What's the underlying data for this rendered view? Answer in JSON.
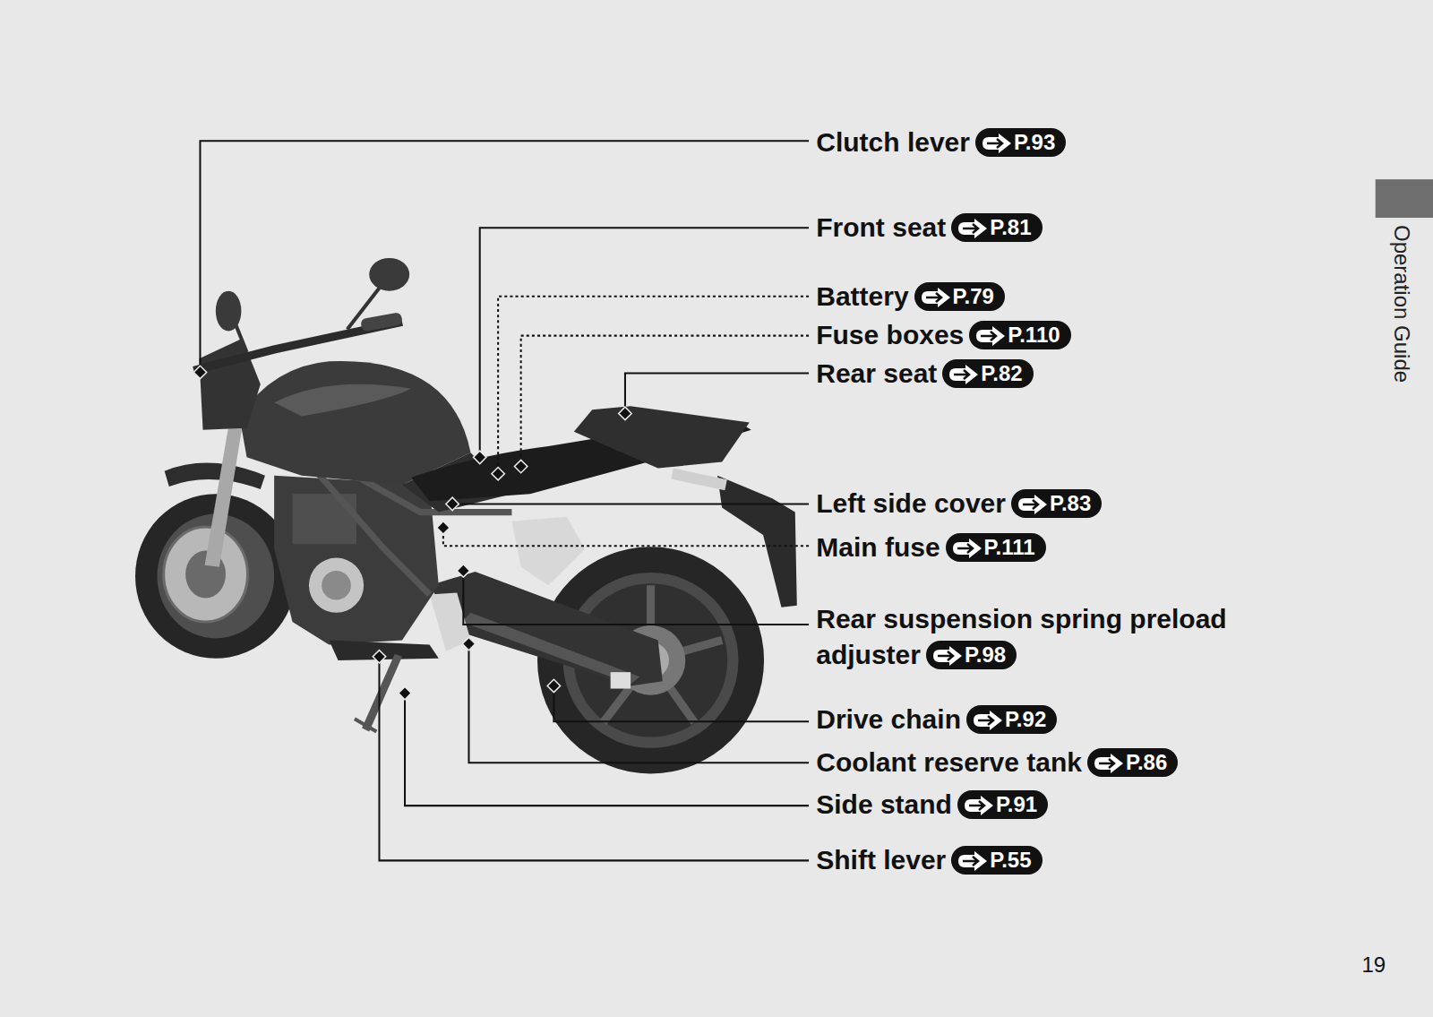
{
  "diagram": {
    "labels": [
      "Clutch lever",
      "P.93",
      "Front seat",
      "P.81",
      "Battery",
      "P.79",
      "Fuse boxes",
      "P.110",
      "Rear seat",
      "P.82",
      "Left side cover",
      "P.83",
      "Main fuse",
      "P.111",
      "Rear suspension spring preload adjuster",
      "P.98",
      "Drive chain",
      "P.92",
      "Coolant reserve tank",
      "P.86",
      "Side stand",
      "P.91",
      "Shift lever",
      "P.55",
      "Operation Guide",
      "19"
    ]
  }
}
